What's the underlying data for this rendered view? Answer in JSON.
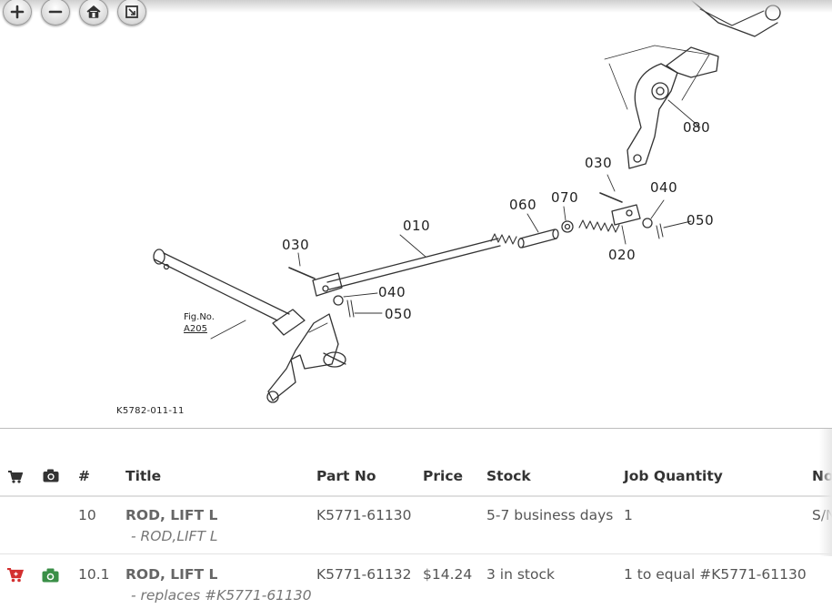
{
  "viewer": {
    "zoom_in": "zoom-in",
    "zoom_out": "zoom-out",
    "home": "home",
    "fit": "fit-screen",
    "callouts": {
      "c080": "080",
      "c030a": "030",
      "c040a": "040",
      "c050a": "050",
      "c060": "060",
      "c070": "070",
      "c010": "010",
      "c020": "020",
      "c030b": "030",
      "c040b": "040",
      "c050b": "050"
    },
    "fig_label_1": "Fig.No.",
    "fig_label_2": "A205",
    "drawing_ref": "K5782-011-11"
  },
  "table": {
    "headers": {
      "cart": "cart-icon",
      "photo": "camera-icon",
      "num": "#",
      "title": "Title",
      "part_no": "Part No",
      "price": "Price",
      "stock": "Stock",
      "job_qty": "Job Quantity",
      "notes": "No"
    },
    "rows": [
      {
        "num": "10",
        "title": "ROD, LIFT L",
        "sub": "- ROD,LIFT L",
        "part_no": "K5771-61130",
        "price": "",
        "stock": "5-7 business days",
        "job_qty": "1",
        "notes": "S/N"
      },
      {
        "num": "10.1",
        "title": "ROD, LIFT L",
        "sub": "- replaces #K5771-61130",
        "part_no": "K5771-61132",
        "price": "$14.24",
        "stock": "3 in stock",
        "job_qty": "1 to equal #K5771-61130",
        "notes": ""
      }
    ]
  },
  "colors": {
    "cart_active": "#d32f2f",
    "camera_active": "#3a8f47",
    "header_icon": "#333333"
  }
}
